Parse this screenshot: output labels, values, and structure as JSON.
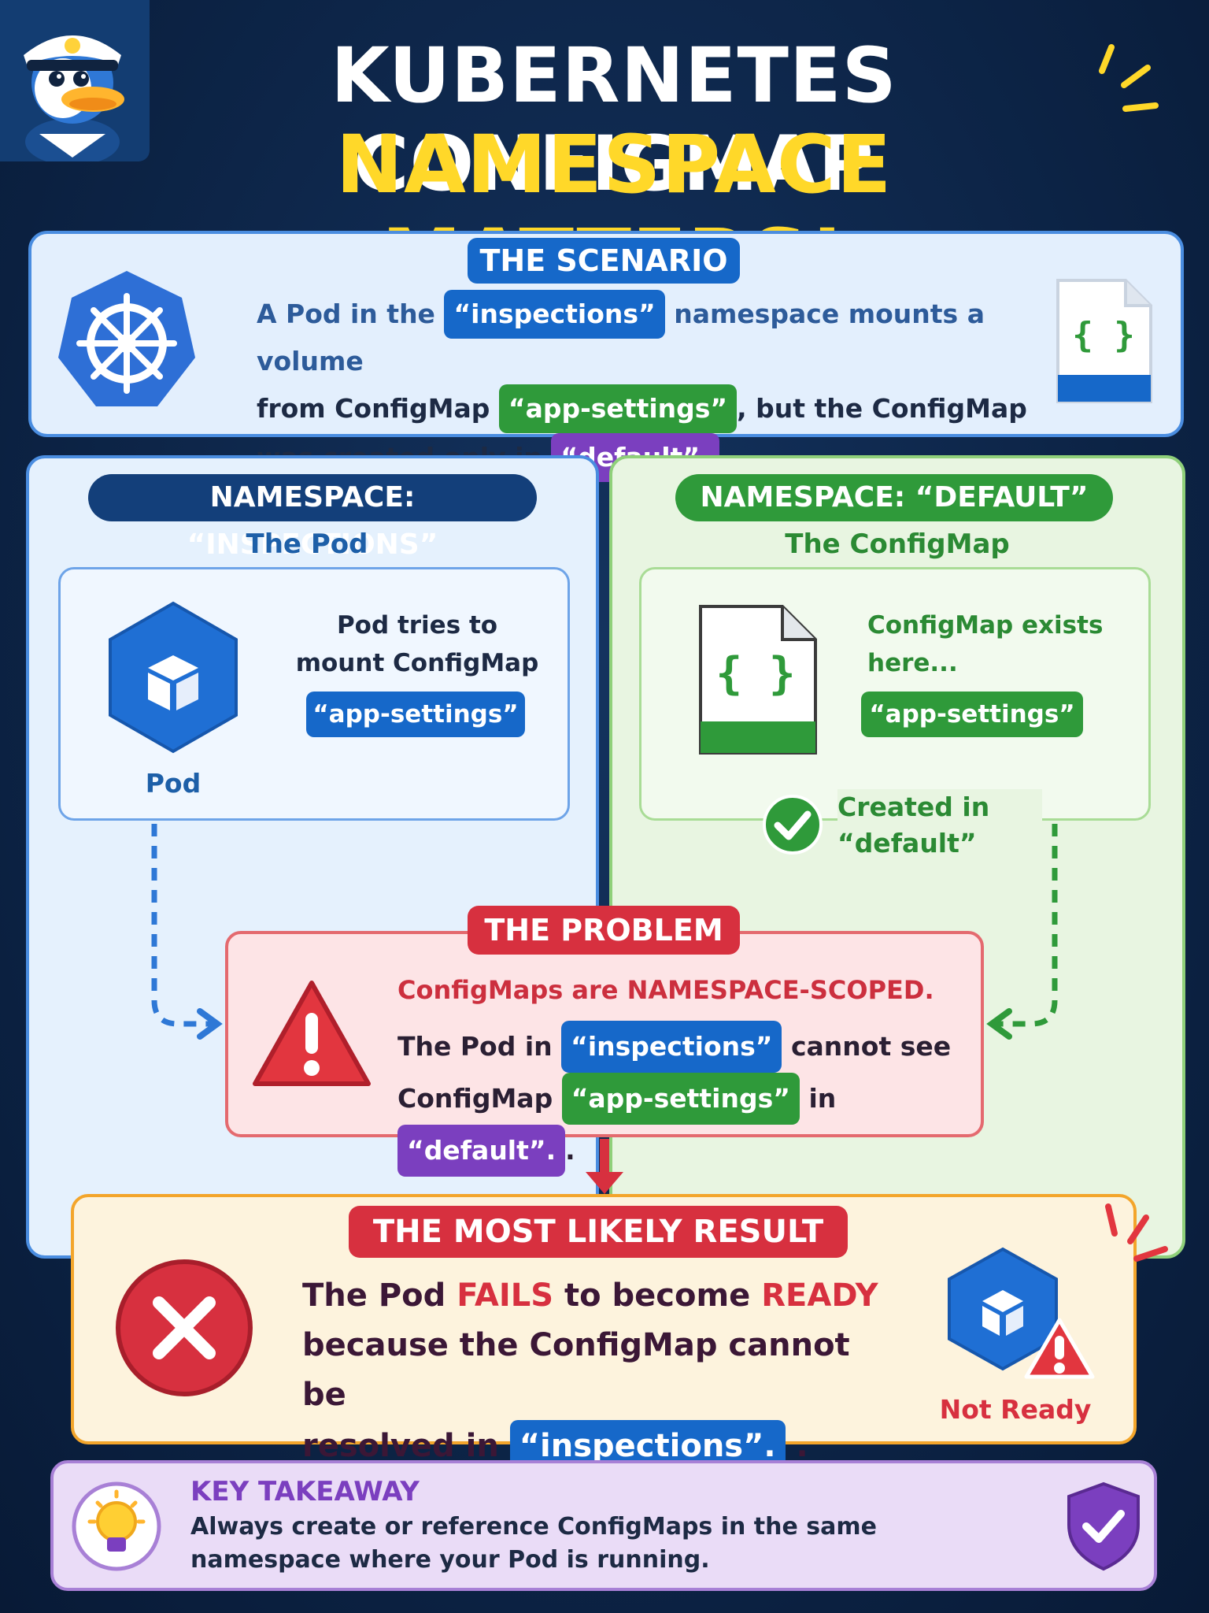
{
  "header": {
    "title_line1": "KUBERNETES CONFIGMAP",
    "title_line2": "NAMESPACE MATTERS!"
  },
  "scenario": {
    "label": "THE SCENARIO",
    "text_1": "A Pod in the",
    "ns_inspections": "“inspections”",
    "text_2": "namespace mounts a volume",
    "text_3": "from ConfigMap",
    "cm_name": "“app-settings”",
    "text_4": ", but the ConfigMap",
    "text_5": "was created only in",
    "ns_default": "“default”.",
    "text_6": "."
  },
  "left_column": {
    "namespace_label": "NAMESPACE: “INSPECTIONS”",
    "subtitle": "The Pod",
    "description": "Pod tries to mount ConfigMap",
    "configmap_name": "“app-settings”",
    "pod_label": "Pod"
  },
  "right_column": {
    "namespace_label": "NAMESPACE: “DEFAULT”",
    "subtitle": "The ConfigMap",
    "description": "ConfigMap exists here...",
    "configmap_name": "“app-settings”",
    "created_text": "Created in “default”"
  },
  "problem": {
    "label": "THE PROBLEM",
    "line1": "ConfigMaps are NAMESPACE-SCOPED.",
    "text_1": "The Pod in",
    "ns_inspections": "“inspections”",
    "text_2": "cannot see",
    "text_3": "ConfigMap",
    "cm_name": "“app-settings”",
    "text_4": "in",
    "ns_default": "“default”.",
    "text_5": "."
  },
  "result": {
    "label": "THE MOST LIKELY RESULT",
    "text_1": "The Pod",
    "fails": "FAILS",
    "text_2": "to become",
    "ready": "READY",
    "text_3": "because the ConfigMap cannot be",
    "text_4": "resolved in",
    "ns_inspections": "“inspections”.",
    "text_5": ".",
    "status_label": "Not Ready"
  },
  "takeaway": {
    "label": "KEY TAKEAWAY",
    "text": "Always create or reference ConfigMaps in the same namespace where your Pod is running."
  },
  "colors": {
    "blue": "#1668c9",
    "green": "#2f9a3a",
    "purple": "#7b3fbf",
    "red": "#d7303f",
    "yellow": "#ffd829"
  },
  "icons": [
    "captain-duck-mascot",
    "kubernetes-helm-icon",
    "configmap-file-icon",
    "pod-cube-icon",
    "check-circle-icon",
    "warning-triangle-icon",
    "error-x-circle-icon",
    "lightbulb-icon",
    "shield-check-icon"
  ]
}
